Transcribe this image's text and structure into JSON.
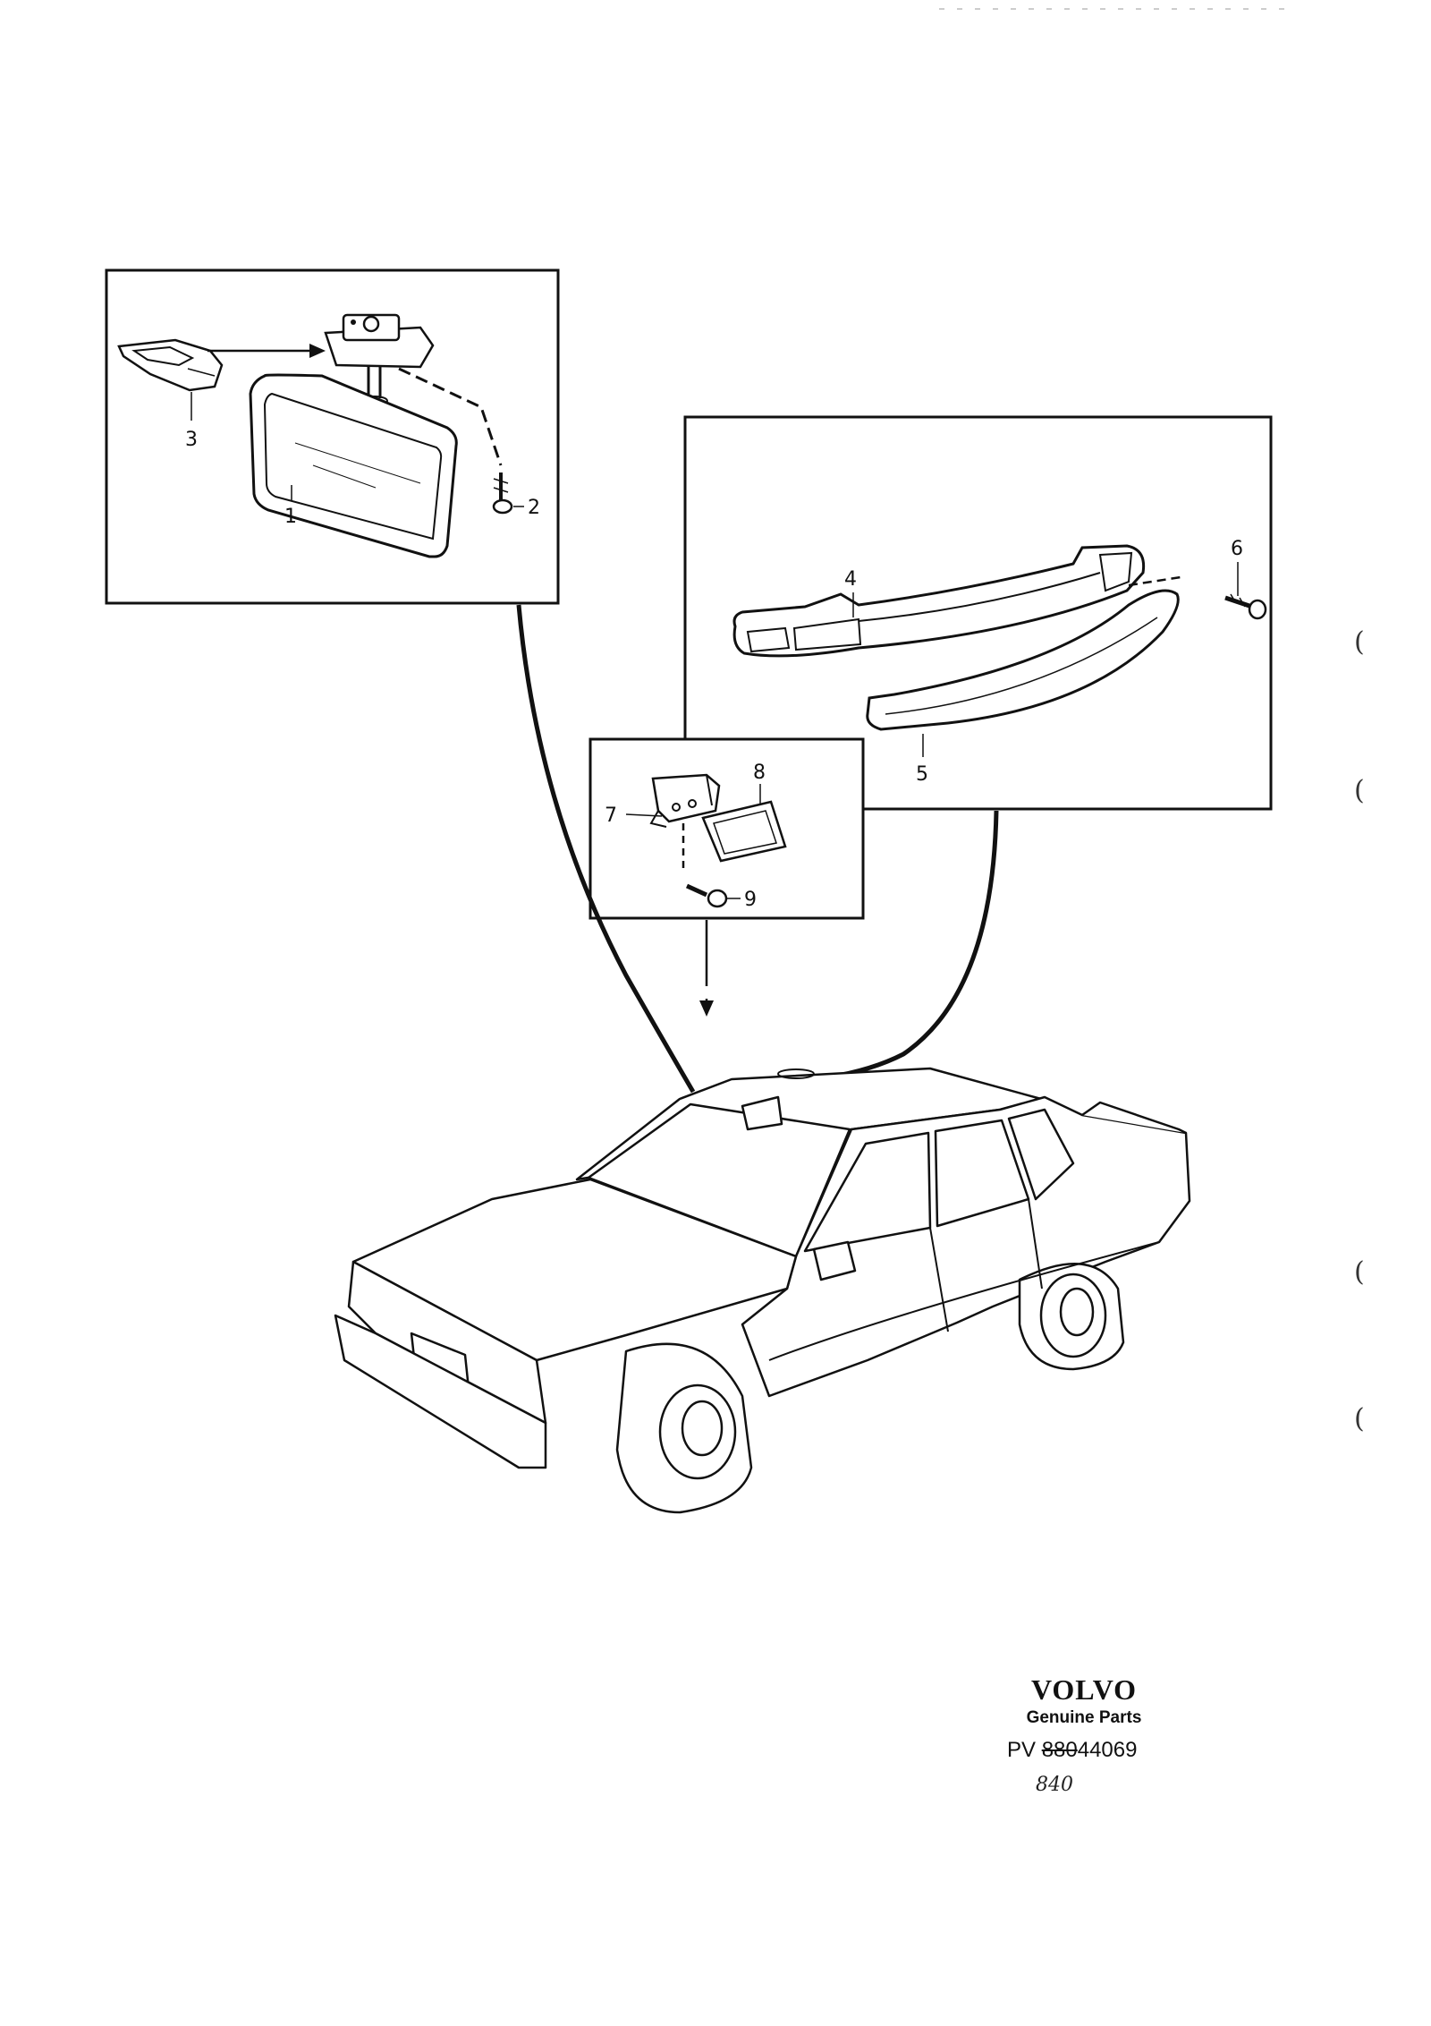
{
  "callouts": {
    "c1": "1",
    "c2": "2",
    "c3": "3",
    "c4": "4",
    "c5": "5",
    "c6": "6",
    "c7": "7",
    "c8": "8",
    "c9": "9"
  },
  "brand": {
    "name": "VOLVO",
    "subtitle": "Genuine Parts"
  },
  "part_ref": {
    "prefix": "PV",
    "struck": "880",
    "number": "44069",
    "handwritten": "840"
  },
  "margin_marks": [
    "(",
    "(",
    "(",
    "("
  ],
  "colors": {
    "ink": "#111111",
    "paper": "#ffffff"
  }
}
